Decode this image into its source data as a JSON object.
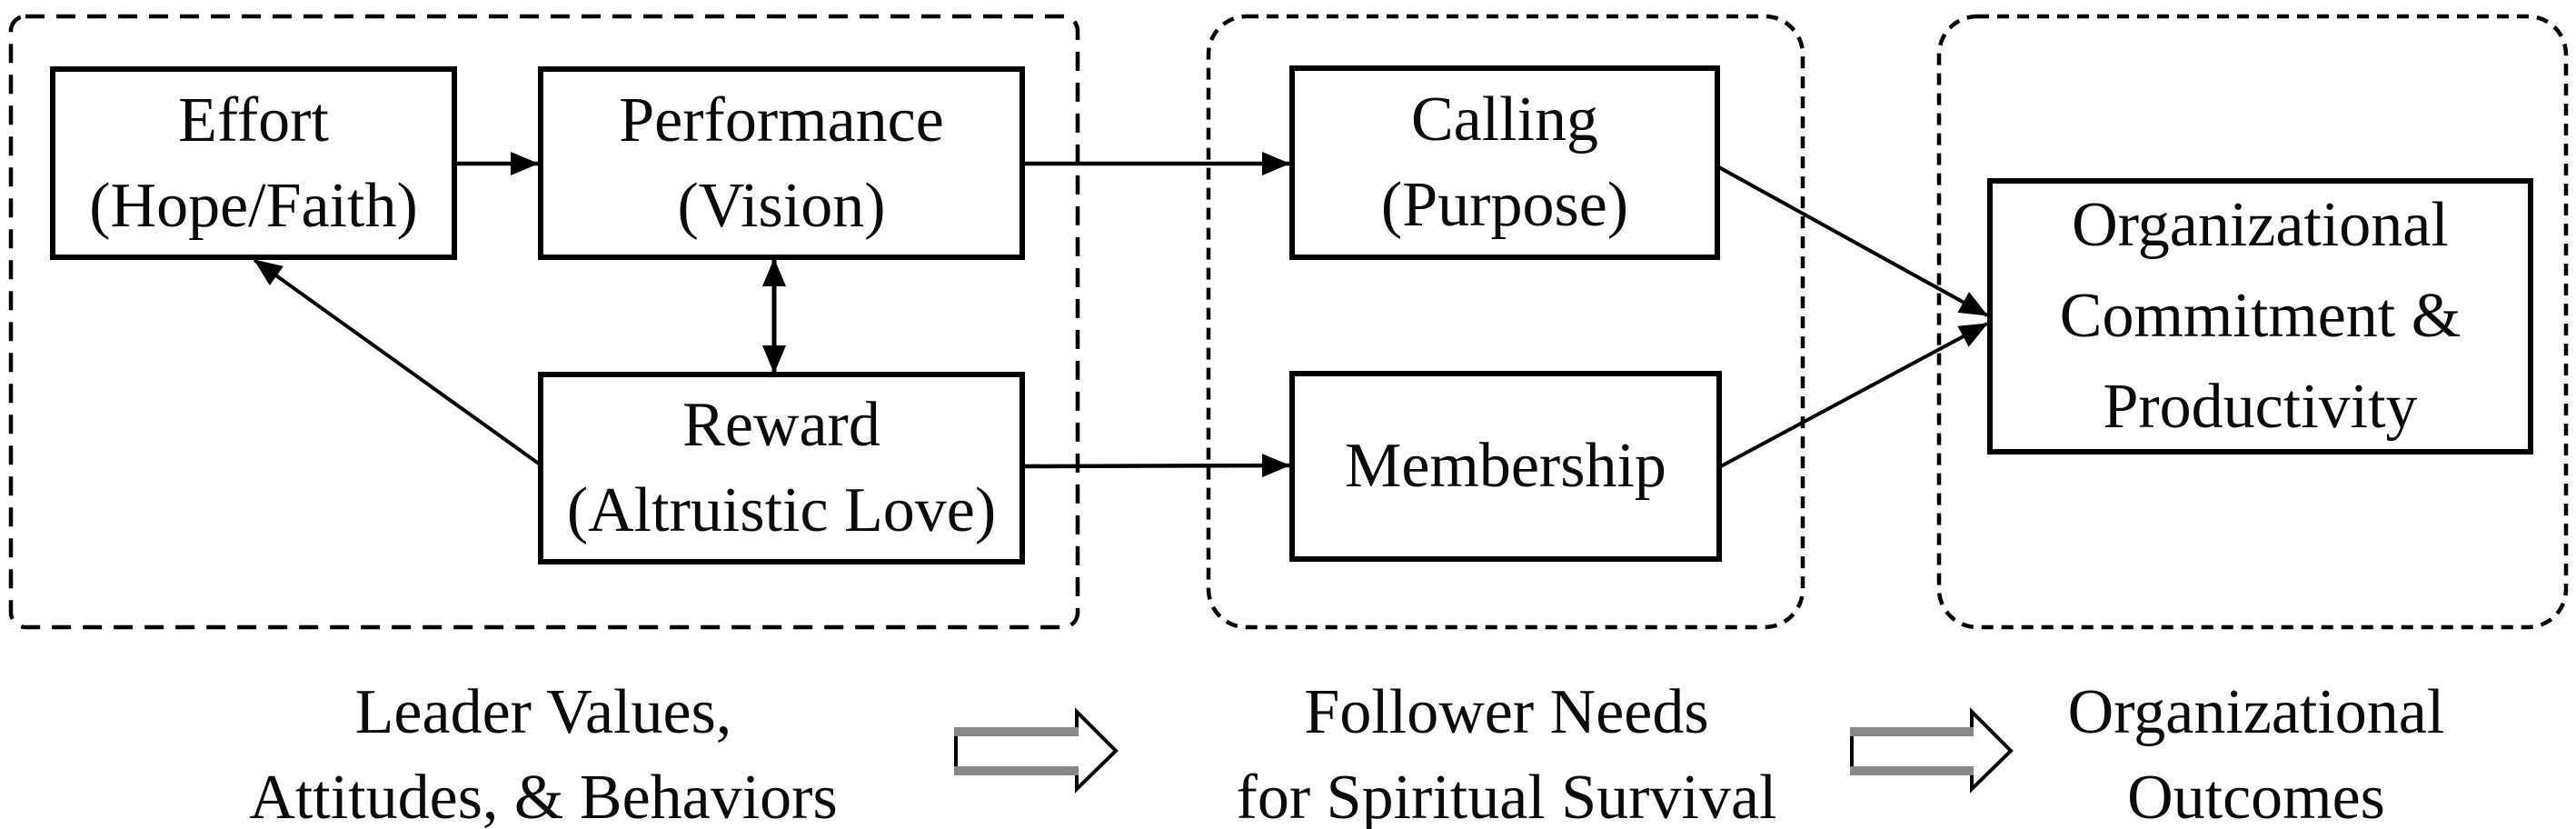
{
  "diagram": {
    "title_implicit": "Causal model of spiritual leadership",
    "boxes": {
      "effort": {
        "line1": "Effort",
        "line2": "(Hope/Faith)"
      },
      "performance": {
        "line1": "Performance",
        "line2": "(Vision)"
      },
      "reward": {
        "line1": "Reward",
        "line2": "(Altruistic Love)"
      },
      "calling": {
        "line1": "Calling",
        "line2": "(Purpose)"
      },
      "membership": {
        "line1": "Membership"
      },
      "organizational_commitment": {
        "line1": "Organizational",
        "line2": "Commitment &",
        "line3": "Productivity"
      }
    },
    "group_labels": {
      "leader": {
        "line1": "Leader Values,",
        "line2": "Attitudes, & Behaviors"
      },
      "follower": {
        "line1": "Follower Needs",
        "line2": "for Spiritual Survival"
      },
      "outcomes": {
        "line1": "Organizational",
        "line2": "Outcomes"
      }
    },
    "colors": {
      "stroke": "#000000",
      "background": "#ffffff",
      "block_arrow_bar": "#878787"
    }
  }
}
